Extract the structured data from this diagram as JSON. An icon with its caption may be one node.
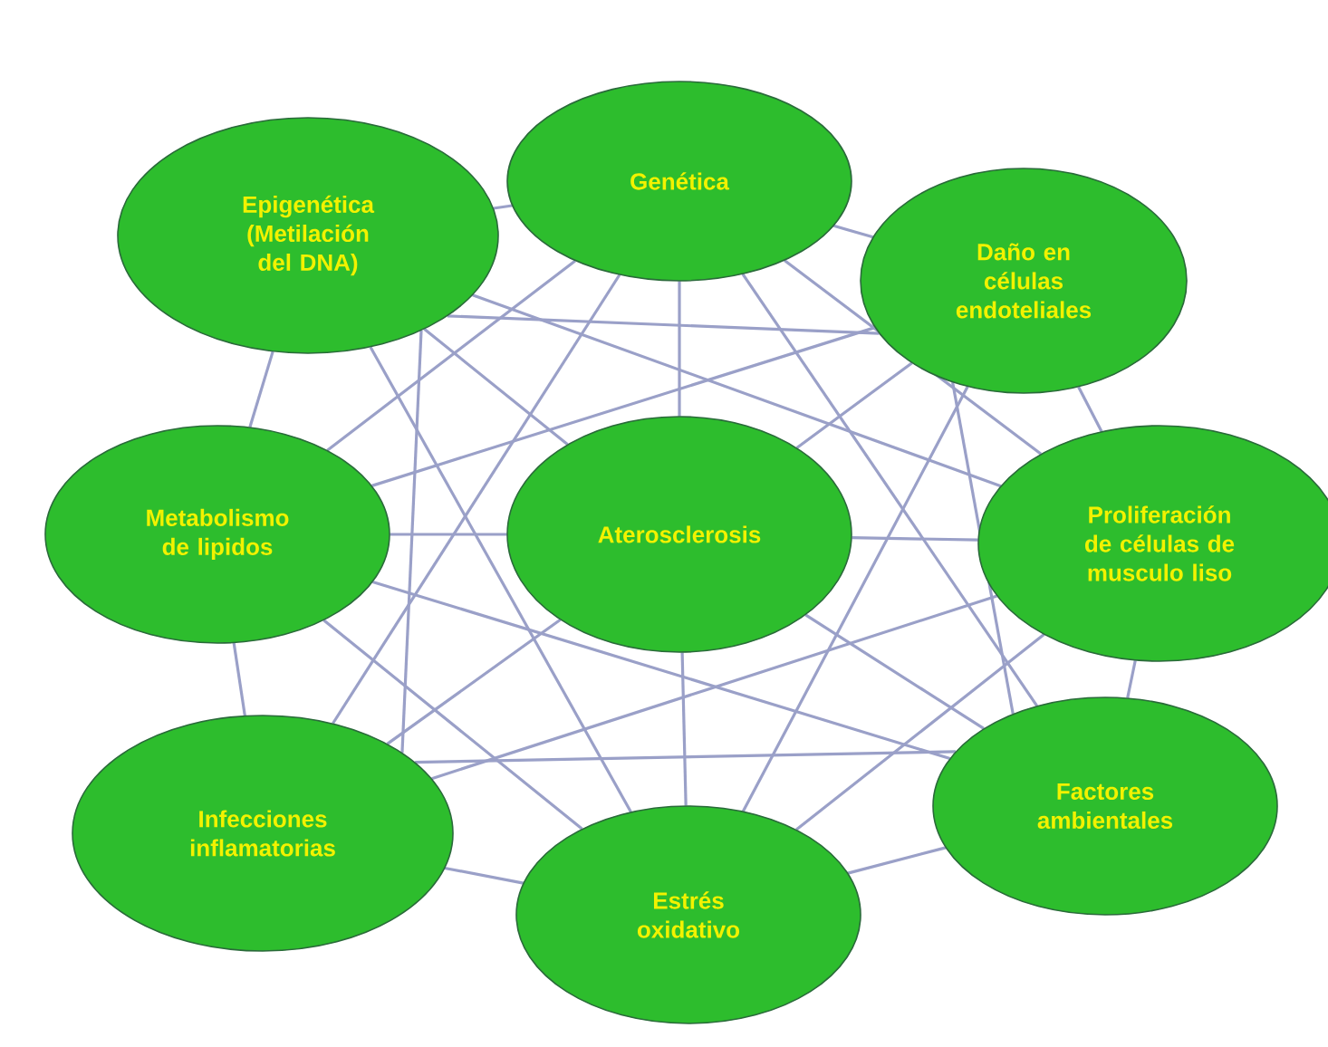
{
  "diagram": {
    "nodes": [
      {
        "text": [
          "Genética"
        ]
      },
      {
        "text": [
          "Epigenética (Metilación del DNA)"
        ]
      },
      {
        "text": [
          "Daño en células endoteliales"
        ]
      },
      {
        "text": [
          "Metabolismo de lipidos"
        ]
      },
      {
        "text": [
          "Aterosclerosis"
        ]
      },
      {
        "text": [
          "Proliferación de células de musculo liso"
        ]
      },
      {
        "text": [
          "Factores ambientales"
        ]
      },
      {
        "text": [
          "Infecciones inflamatorias"
        ]
      },
      {
        "text": [
          "Estrés oxidativo"
        ]
      }
    ],
    "edges": [
      {
        "from": 0,
        "to": 1,
        "arrow": "none"
      },
      {
        "from": 0,
        "to": 2,
        "arrow": "none"
      },
      {
        "from": 0,
        "to": 3,
        "arrow": "none"
      },
      {
        "from": 0,
        "to": 4,
        "arrow": "none"
      },
      {
        "from": 0,
        "to": 5,
        "arrow": "none"
      },
      {
        "from": 0,
        "to": 6,
        "arrow": "none"
      },
      {
        "from": 0,
        "to": 7,
        "arrow": "none"
      },
      {
        "from": 1,
        "to": 2,
        "arrow": "none"
      },
      {
        "from": 1,
        "to": 3,
        "arrow": "none"
      },
      {
        "from": 1,
        "to": 4,
        "arrow": "none"
      },
      {
        "from": 1,
        "to": 5,
        "arrow": "none"
      },
      {
        "from": 1,
        "to": 7,
        "arrow": "none"
      },
      {
        "from": 1,
        "to": 8,
        "arrow": "none"
      },
      {
        "from": 2,
        "to": 3,
        "arrow": "none"
      },
      {
        "from": 2,
        "to": 4,
        "arrow": "none"
      },
      {
        "from": 2,
        "to": 5,
        "arrow": "none"
      },
      {
        "from": 2,
        "to": 6,
        "arrow": "none"
      },
      {
        "from": 2,
        "to": 8,
        "arrow": "none"
      },
      {
        "from": 3,
        "to": 4,
        "arrow": "none"
      },
      {
        "from": 3,
        "to": 6,
        "arrow": "none"
      },
      {
        "from": 3,
        "to": 7,
        "arrow": "none"
      },
      {
        "from": 3,
        "to": 8,
        "arrow": "none"
      },
      {
        "from": 4,
        "to": 5,
        "arrow": "none"
      },
      {
        "from": 4,
        "to": 6,
        "arrow": "none"
      },
      {
        "from": 4,
        "to": 7,
        "arrow": "none"
      },
      {
        "from": 4,
        "to": 8,
        "arrow": "none"
      },
      {
        "from": 5,
        "to": 6,
        "arrow": "none"
      },
      {
        "from": 5,
        "to": 7,
        "arrow": "none"
      },
      {
        "from": 5,
        "to": 8,
        "arrow": "none"
      },
      {
        "from": 6,
        "to": 7,
        "arrow": "none"
      },
      {
        "from": 6,
        "to": 8,
        "arrow": "none"
      },
      {
        "from": 7,
        "to": 8,
        "arrow": "none"
      }
    ]
  }
}
